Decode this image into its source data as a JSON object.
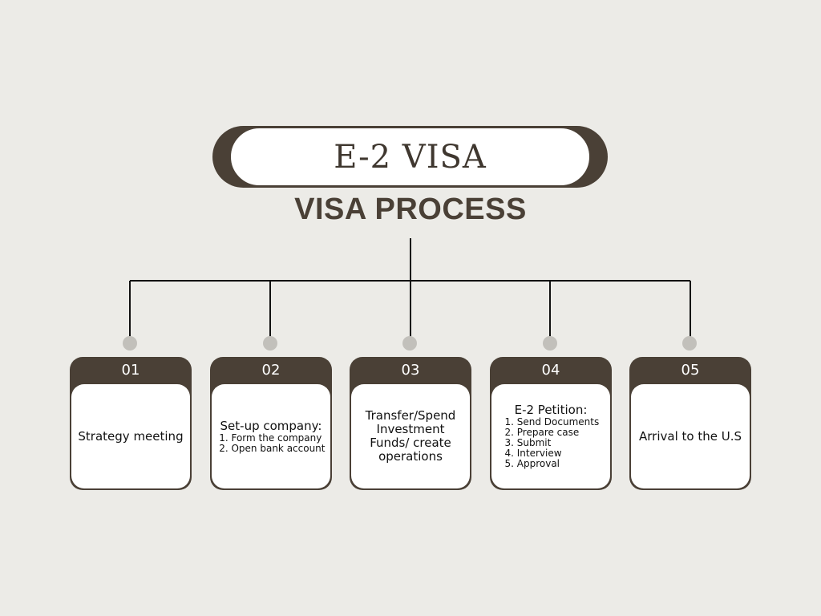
{
  "header": {
    "title": "E-2 VISA",
    "subtitle": "VISA PROCESS"
  },
  "colors": {
    "dark": "#4a4036",
    "background": "#ecebe7",
    "dot": "#c2c0bb"
  },
  "steps": [
    {
      "number": "01",
      "title": "Strategy meeting",
      "items": []
    },
    {
      "number": "02",
      "title": "Set-up company:",
      "items": [
        "Form the company",
        "Open bank account"
      ]
    },
    {
      "number": "03",
      "title": "Transfer/Spend Investment Funds/ create operations",
      "items": []
    },
    {
      "number": "04",
      "title": "E-2 Petition:",
      "items": [
        "Send Documents",
        "Prepare case",
        "Submit",
        "Interview",
        "Approval"
      ]
    },
    {
      "number": "05",
      "title": "Arrival to the U.S",
      "items": []
    }
  ]
}
